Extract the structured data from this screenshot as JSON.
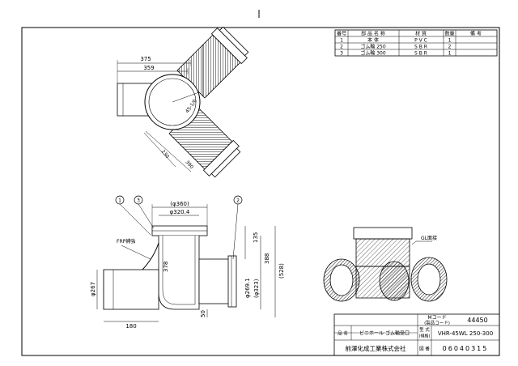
{
  "parts_table": {
    "headers": [
      "番号",
      "部 品 名 称",
      "材 質",
      "数量",
      "備 考"
    ],
    "rows": [
      {
        "no": "1",
        "name": "本 体",
        "material": "P V C",
        "qty": "1",
        "note": ""
      },
      {
        "no": "2",
        "name": "ゴム輪 250",
        "material": "S B R",
        "qty": "2",
        "note": ""
      },
      {
        "no": "3",
        "name": "ゴム輪 300",
        "material": "S B R",
        "qty": "1",
        "note": ""
      }
    ]
  },
  "top_view": {
    "dims": {
      "d375": "375",
      "d359": "359",
      "angle": "45-1/6",
      "d230": "230",
      "d390": "390"
    }
  },
  "front_view": {
    "callouts": [
      "1",
      "3",
      "2"
    ],
    "dims": {
      "phi360": "(φ360)",
      "phi320": "φ320.4",
      "d135": "135",
      "d388": "388",
      "d528": "(528)",
      "d378": "378",
      "phi269": "φ269.1",
      "phi323": "(φ323)",
      "phi267": "φ267",
      "d180": "180",
      "d50": "50"
    },
    "frp_label": "FRP補強"
  },
  "iso_view": {
    "label": "GL面接"
  },
  "title_block": {
    "mcode_label": "Mコード",
    "mcode_sub": "(製品コード)",
    "mcode_value": "44450",
    "name_label": "品 名",
    "name_value": "ビニホール ゴム輪受口",
    "model_label": "型 式",
    "model_sub": "(規格)",
    "model_value": "VHR-45WL 250-300",
    "company": "前澤化成工業株式会社",
    "drawing_no_label": "図 番",
    "drawing_no": "06040315"
  }
}
